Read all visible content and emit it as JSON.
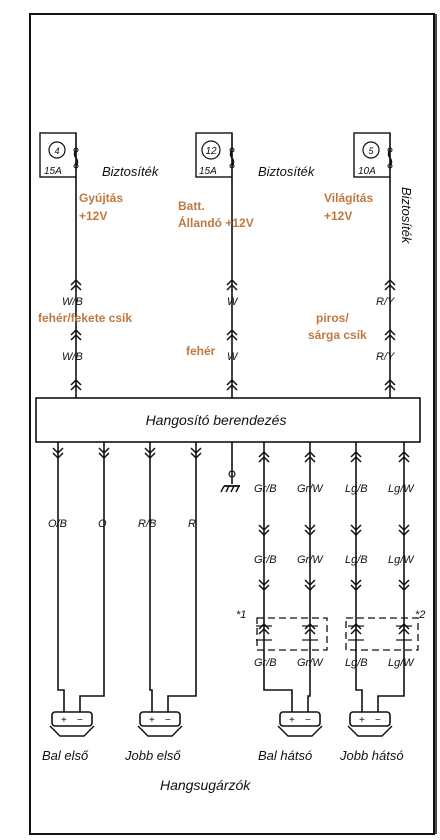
{
  "fuses": [
    {
      "number": "4",
      "rating": "15A",
      "label": "Biztosíték"
    },
    {
      "number": "12",
      "rating": "15A",
      "label": "Biztosíték"
    },
    {
      "number": "5",
      "rating": "10A",
      "label": "Biztosíték"
    }
  ],
  "supply_notes": {
    "ignition_line1": "Gyújtás",
    "ignition_line2": "+12V",
    "battery_line1": "Batt.",
    "battery_line2": "Állandó +12V",
    "lights_line1": "Világítás",
    "lights_line2": "+12V"
  },
  "upper_wires": {
    "left_code": "W/B",
    "left_note": "fehér/fekete csík",
    "mid_code": "W",
    "mid_note": "fehér",
    "right_code": "R/Y",
    "right_note_line1": "piros/",
    "right_note_line2": "sárga csík"
  },
  "unit": {
    "title": "Hangosító berendezés"
  },
  "front_wires": [
    "O/B",
    "O",
    "R/B",
    "R"
  ],
  "rear_wires": [
    "Gr/B",
    "Gr/W",
    "Lg/B",
    "Lg/W"
  ],
  "connector_marks": [
    "*1",
    "*2"
  ],
  "speakers": [
    "Bal első",
    "Jobb első",
    "Bal hátsó",
    "Jobb hátsó"
  ],
  "caption": "Hangsugárzók",
  "colors": {
    "ink": "#111111",
    "annotation": "#c0783f",
    "background": "#ffffff"
  }
}
